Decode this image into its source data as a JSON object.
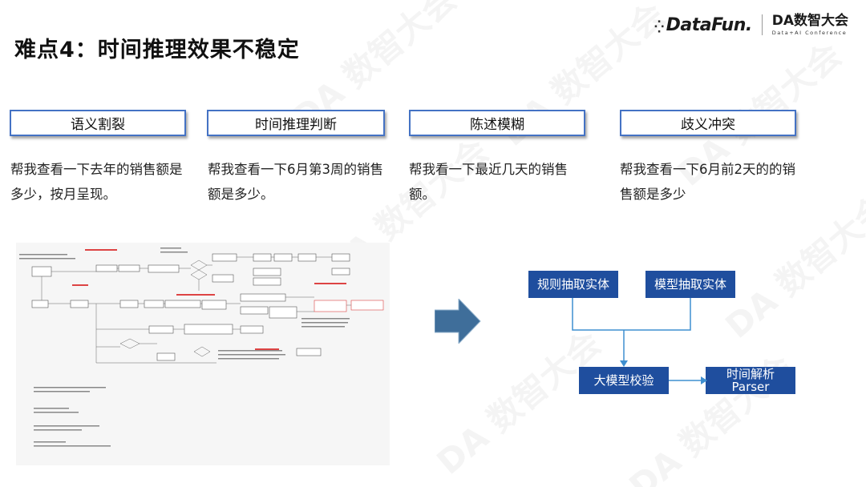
{
  "slide": {
    "title": "难点4：时间推理效果不稳定"
  },
  "logo": {
    "brand": "DataFun.",
    "event_mark": "DA数智大会",
    "event_sub": "Data+AI Conference"
  },
  "watermark": {
    "text": "DA 数智大会"
  },
  "categories": [
    {
      "label": "语义割裂",
      "example": "帮我查看一下去年的销售额是多少，按月呈现。"
    },
    {
      "label": "时间推理判断",
      "example": "帮我查看一下6月第3周的销售额是多少。"
    },
    {
      "label": "陈述模糊",
      "example": "帮我看一下最近几天的销售额。"
    },
    {
      "label": "歧义冲突",
      "example": "帮我查看一下6月前2天的的销售额是多少"
    }
  ],
  "pipeline": {
    "rule_extract": "规则抽取实体",
    "model_extract": "模型抽取实体",
    "llm_verify": "大模型校验",
    "parser_line1": "时间解析",
    "parser_line2": "Parser"
  },
  "colors": {
    "accent_border": "#4472c4",
    "pipeline_fill": "#1f4e9e",
    "connector": "#3f8fd0",
    "arrow_fill": "#3f6e9a"
  }
}
